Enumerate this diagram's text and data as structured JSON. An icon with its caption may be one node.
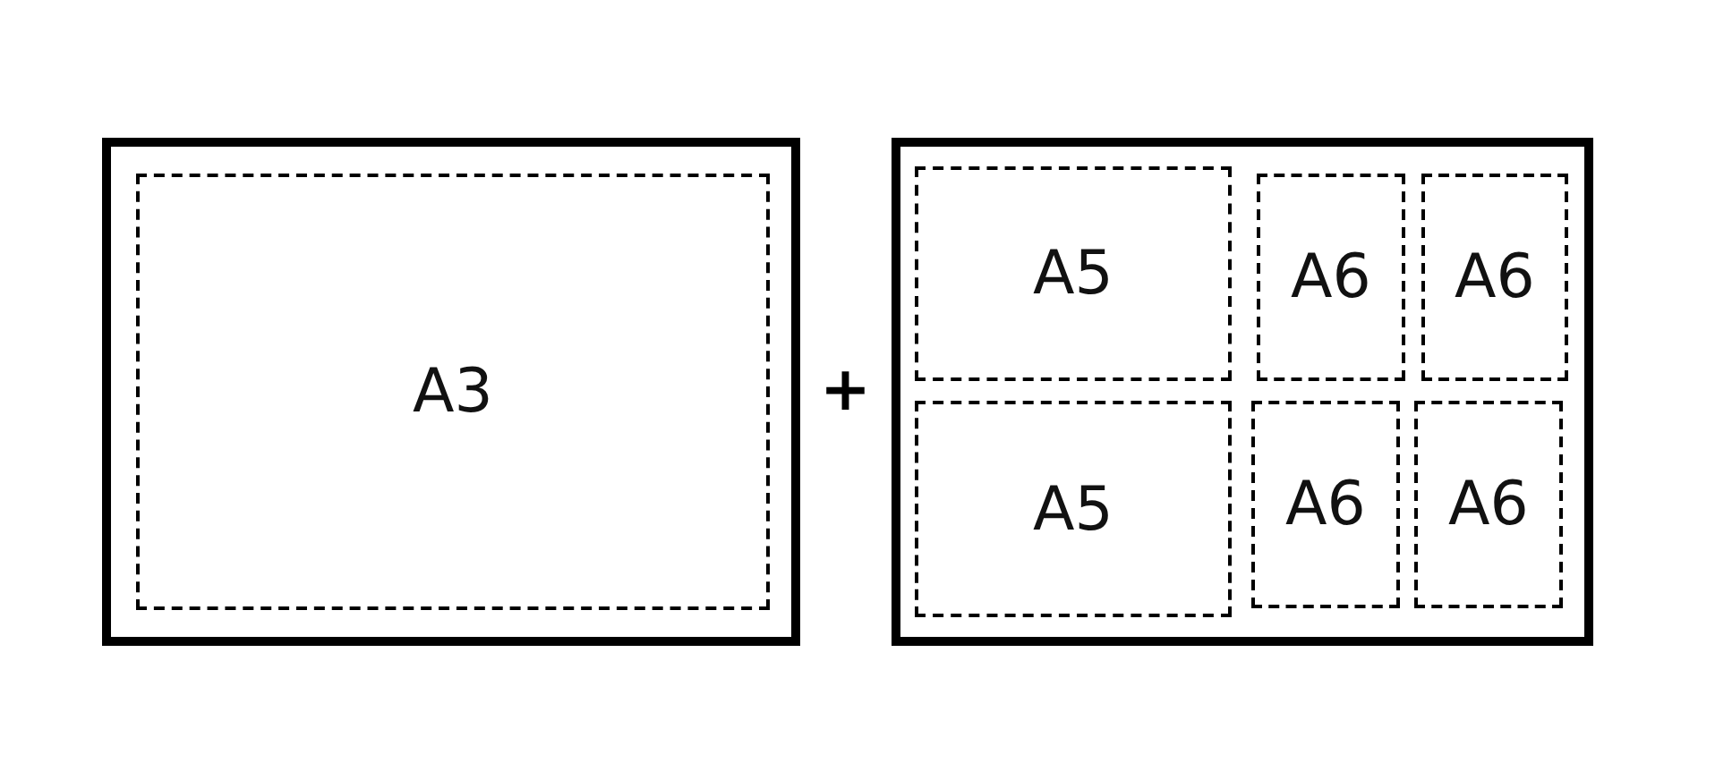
{
  "diagram": {
    "nodes": [
      {
        "text": [],
        "shape": "box"
      },
      {
        "text": [
          "A3"
        ],
        "in": 0
      },
      {
        "text": [],
        "shape": "box"
      },
      {
        "text": [
          "A5"
        ],
        "in": 2
      },
      {
        "text": [
          "A6"
        ],
        "in": 2
      },
      {
        "text": [
          "A6"
        ],
        "in": 2
      },
      {
        "text": [
          "A5"
        ],
        "in": 2
      },
      {
        "text": [
          "A6"
        ],
        "in": 2
      },
      {
        "text": [
          "A6"
        ],
        "in": 2
      }
    ],
    "edges": [],
    "labels": [
      "+"
    ]
  }
}
